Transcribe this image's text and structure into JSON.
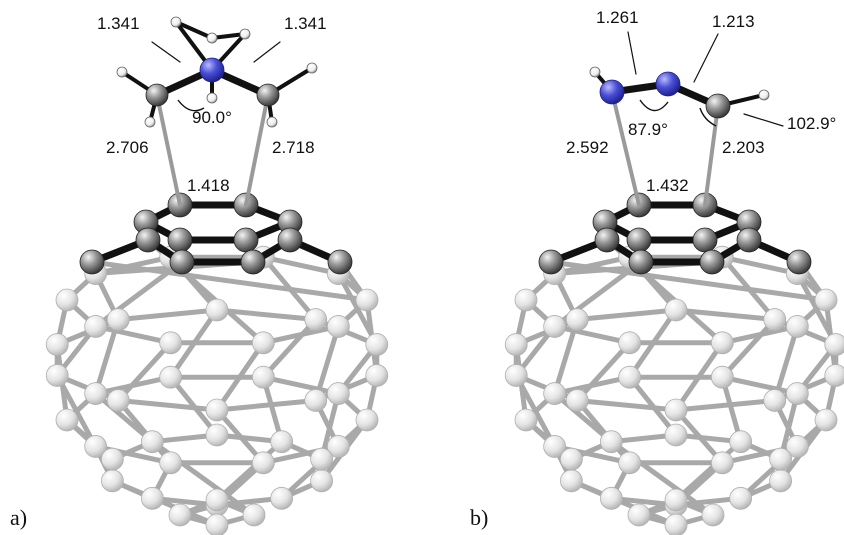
{
  "panels": [
    {
      "label": "a)",
      "annotations": {
        "bond_cn_left": "1.341",
        "bond_cn_right": "1.341",
        "angle": "90.0°",
        "dist_left": "2.706",
        "dist_right": "2.718",
        "bond_cage": "1.418"
      }
    },
    {
      "label": "b)",
      "annotations": {
        "bond_nn": "1.261",
        "bond_nc": "1.213",
        "angle_ccn": "102.9°",
        "angle_nnc": "87.9°",
        "dist_left": "2.592",
        "dist_right": "2.203",
        "bond_cage": "1.432"
      }
    }
  ],
  "colors": {
    "carbon_dark": "#6f6f6f",
    "carbon_light": "#d6d6d6",
    "nitrogen": "#4a4fd6",
    "hydrogen": "#f2f2f2",
    "bond_dark": "#111111",
    "bond_light": "#a8a8a8"
  }
}
